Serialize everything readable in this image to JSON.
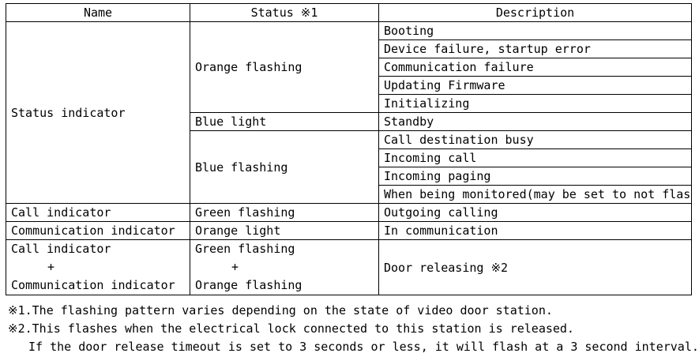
{
  "table": {
    "headers": [
      "Name",
      "Status ※1",
      "Description"
    ],
    "status_indicator": {
      "name": "Status indicator",
      "groups": [
        {
          "status": "Orange flashing",
          "descriptions": [
            "Booting",
            "Device failure, startup error",
            "Communication failure",
            "Updating Firmware",
            "Initializing"
          ]
        },
        {
          "status": "Blue light",
          "descriptions": [
            "Standby"
          ]
        },
        {
          "status": "Blue flashing",
          "descriptions": [
            "Call destination busy",
            "Incoming call",
            "Incoming paging",
            "When being monitored(may be set to not flash)"
          ]
        }
      ]
    },
    "call_row": {
      "name": "Call indicator",
      "status": "Green flashing",
      "description": "Outgoing calling"
    },
    "comm_row": {
      "name": "Communication indicator",
      "status": "Orange light",
      "description": "In communication"
    },
    "combo_row": {
      "name_top": "Call indicator",
      "name_plus": "+",
      "name_bottom": "Communication indicator",
      "status_top": "Green flashing",
      "status_plus": "+",
      "status_bottom": "Orange flashing",
      "description": "Door releasing ※2"
    }
  },
  "notes": {
    "note1": "※1.The flashing pattern varies depending on the state of video door station.",
    "note2": "※2.This flashes when the electrical lock connected to this station is released.",
    "note2_cont": "If the door release timeout is set to 3 seconds or less, it will flash at a 3 second interval."
  }
}
